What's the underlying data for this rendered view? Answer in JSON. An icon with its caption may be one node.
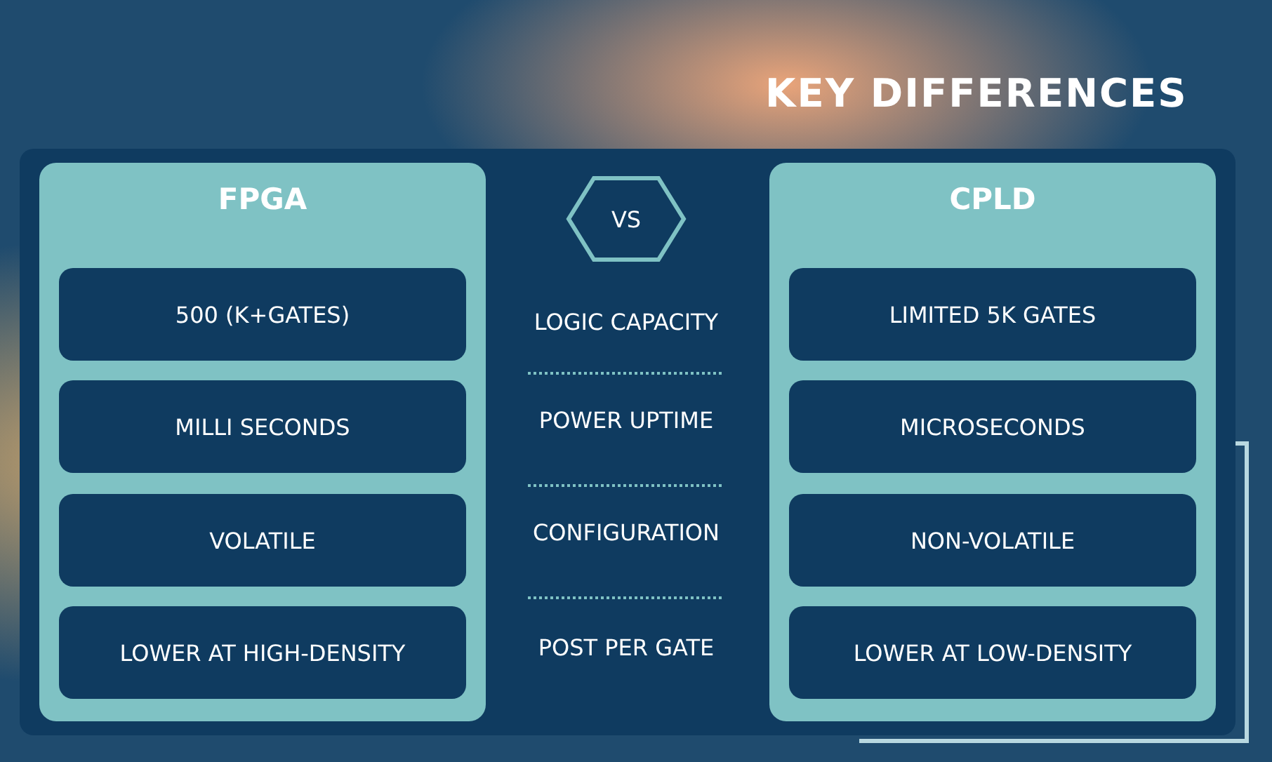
{
  "diagram": {
    "title": "KEY DIFFERENCES",
    "nodes": [
      {
        "text": [
          "FPGA"
        ]
      },
      {
        "text": [
          "500 (K+GATES)"
        ],
        "in": 0
      },
      {
        "text": [
          "MILLI SECONDS"
        ],
        "in": 0
      },
      {
        "text": [
          "VOLATILE"
        ],
        "in": 0
      },
      {
        "text": [
          "LOWER AT HIGH-DENSITY"
        ],
        "in": 0
      },
      {
        "text": [
          "VS"
        ]
      },
      {
        "text": [
          "CPLD"
        ]
      },
      {
        "text": [
          "LIMITED 5K GATES"
        ],
        "in": 6
      },
      {
        "text": [
          "MICROSECONDS"
        ],
        "in": 6
      },
      {
        "text": [
          "NON-VOLATILE"
        ],
        "in": 6
      },
      {
        "text": [
          "LOWER AT LOW-DENSITY"
        ],
        "in": 6
      }
    ],
    "edges": [],
    "labels": [
      "LOGIC CAPACITY",
      "POWER UPTIME",
      "CONFIGURATION",
      "POST PER GATE"
    ]
  }
}
